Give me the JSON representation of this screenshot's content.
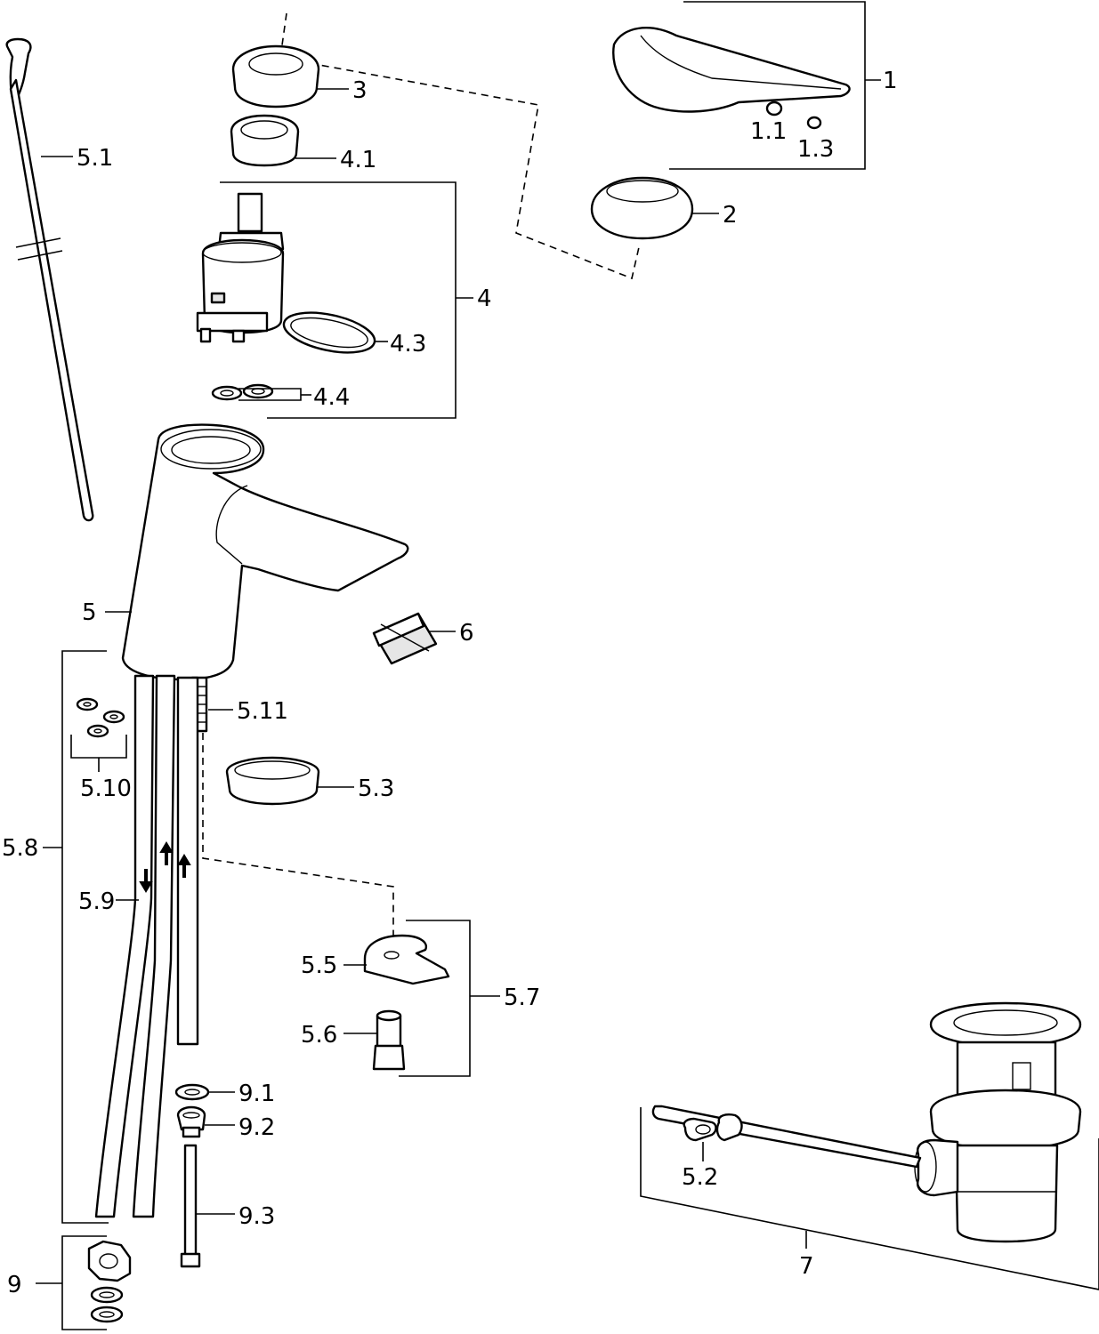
{
  "diagram": {
    "labels": {
      "l1": "1",
      "l1_1": "1.1",
      "l1_3": "1.3",
      "l2": "2",
      "l3": "3",
      "l4": "4",
      "l4_1": "4.1",
      "l4_3": "4.3",
      "l4_4": "4.4",
      "l5": "5",
      "l5_1": "5.1",
      "l5_2": "5.2",
      "l5_3": "5.3",
      "l5_5": "5.5",
      "l5_6": "5.6",
      "l5_7": "5.7",
      "l5_8": "5.8",
      "l5_9": "5.9",
      "l5_10": "5.10",
      "l5_11": "5.11",
      "l6": "6",
      "l7": "7",
      "l9": "9",
      "l9_1": "9.1",
      "l9_2": "9.2",
      "l9_3": "9.3"
    }
  }
}
